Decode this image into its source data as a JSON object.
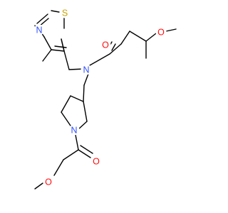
{
  "molecule": {
    "colors": {
      "bond": "#000000",
      "O": "#ff0d0d",
      "N": "#3050f8",
      "S": "#c8a200",
      "background": "#ffffff"
    },
    "atom_labels": [
      {
        "id": "o_ether_top",
        "text": "O",
        "element": "O"
      },
      {
        "id": "o_amide",
        "text": "O",
        "element": "O"
      },
      {
        "id": "n_amide",
        "text": "N",
        "element": "N"
      },
      {
        "id": "n_thiazole",
        "text": "N",
        "element": "N"
      },
      {
        "id": "s_thiazole",
        "text": "S",
        "element": "S"
      },
      {
        "id": "n_pyrrolidine",
        "text": "N",
        "element": "N"
      },
      {
        "id": "o_acyl",
        "text": "O",
        "element": "O"
      },
      {
        "id": "o_ether_bottom",
        "text": "O",
        "element": "O"
      }
    ]
  }
}
